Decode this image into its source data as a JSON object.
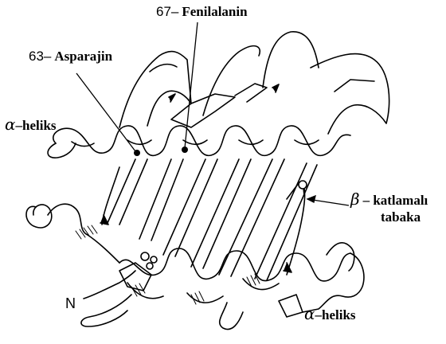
{
  "labels": {
    "phe_number": "67–",
    "phe_name": "Fenilalanin",
    "asn_number": "63–",
    "asn_name": "Asparajin",
    "alpha_top_symbol": "α",
    "alpha_top_text": "–heliks",
    "beta_symbol": "β",
    "beta_text": "– katlamalı",
    "beta_text2": "tabaka",
    "n_terminus": "N",
    "alpha_bottom_symbol": "α",
    "alpha_bottom_text": "–heliks"
  },
  "colors": {
    "ink": "#000000",
    "background": "#ffffff"
  }
}
